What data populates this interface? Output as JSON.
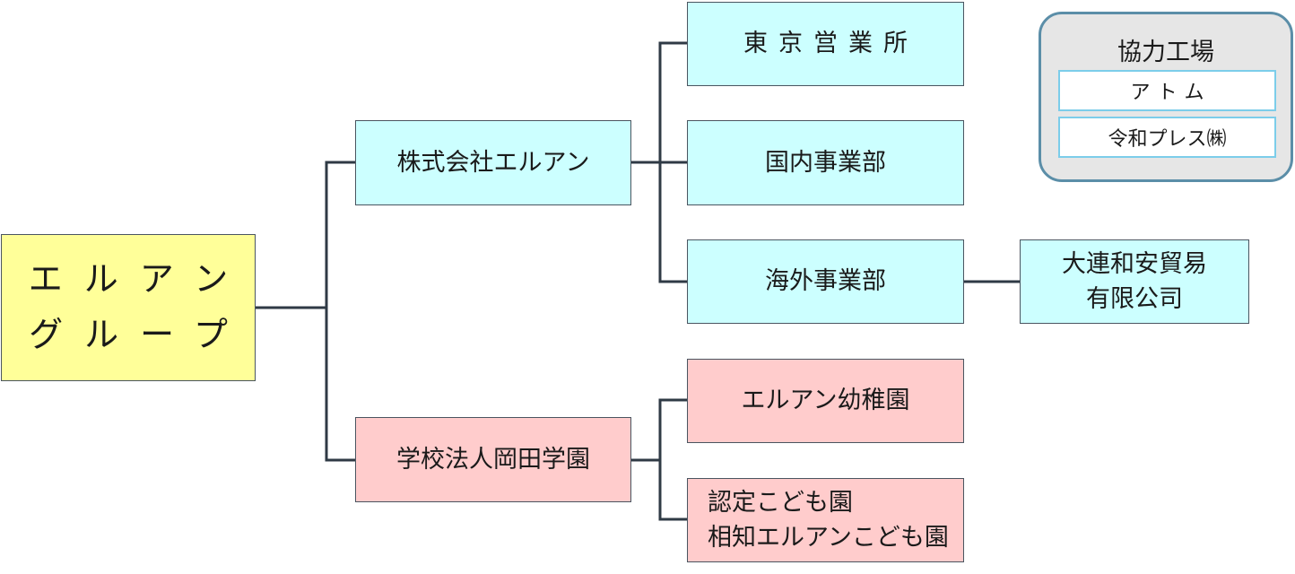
{
  "root": {
    "line1": "エルアン",
    "line2": "グループ"
  },
  "company": {
    "name": "株式会社エルアン",
    "divisions": [
      {
        "name": "東京営業所"
      },
      {
        "name": "国内事業部"
      },
      {
        "name": "海外事業部",
        "subsidiary": {
          "line1": "大連和安貿易",
          "line2": "有限公司"
        }
      }
    ]
  },
  "school": {
    "name": "学校法人岡田学園",
    "divisions": [
      {
        "name": "エルアン幼稚園"
      },
      {
        "line1": "認定こども園",
        "line2": "相知エルアンこども園"
      }
    ]
  },
  "partners": {
    "title": "協力工場",
    "items": [
      "アトム",
      "令和プレス㈱"
    ]
  },
  "colors": {
    "root": "#ffff99",
    "company": "#ccffff",
    "school": "#ffcccc",
    "partner_panel": "#e6e6e6",
    "partner_border": "#5b8ea8",
    "connector": "#2f3a45"
  }
}
